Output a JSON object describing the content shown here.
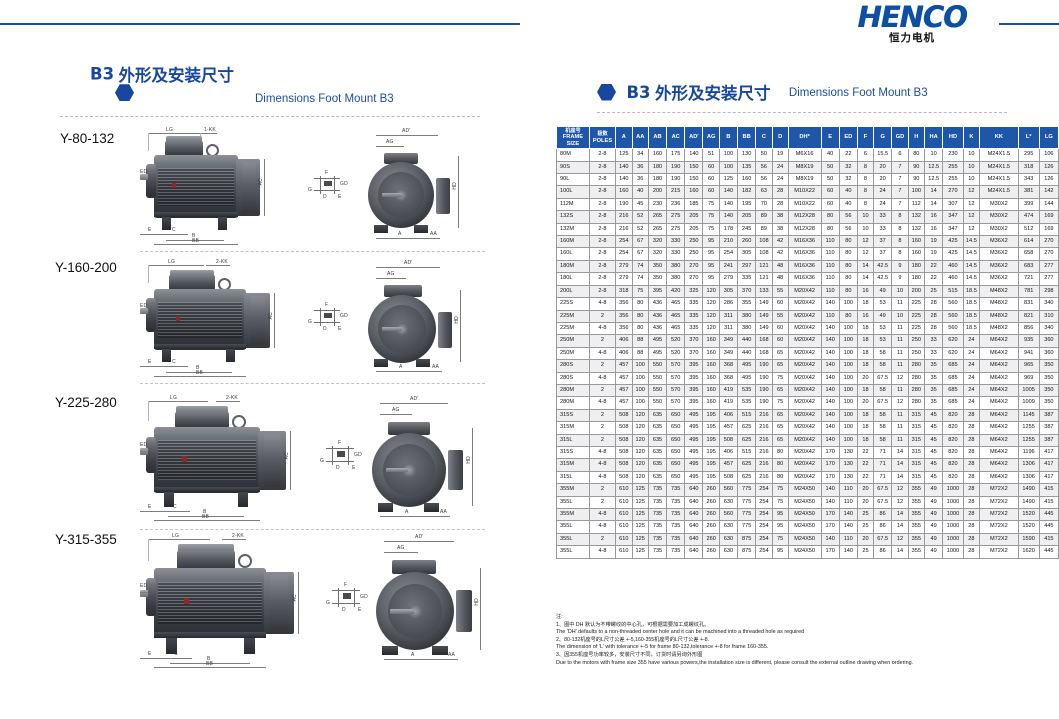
{
  "header": {
    "brand_word": "HENCO",
    "brand_cn": "恒力电机"
  },
  "section_left": {
    "code": "B3",
    "title_cn": "外形及安装尺寸",
    "title_en": "Dimensions Foot Mount B3"
  },
  "section_right": {
    "code": "B3",
    "title_cn": "外形及安装尺寸",
    "title_en": "Dimensions Foot Mount B3"
  },
  "drawings": [
    {
      "label": "Y-80-132",
      "dims": [
        "LG",
        "1-KK",
        "AD'",
        "AG",
        "ED",
        "AC",
        "HD",
        "E",
        "C",
        "B",
        "BB",
        "A",
        "AA"
      ]
    },
    {
      "label": "Y-160-200",
      "dims": [
        "LG",
        "2-KK",
        "AD'",
        "AG",
        "ED",
        "AC",
        "HD",
        "E",
        "C",
        "B",
        "BB",
        "A",
        "AA"
      ]
    },
    {
      "label": "Y-225-280",
      "dims": [
        "LG",
        "2-KK",
        "AD'",
        "AG",
        "ED",
        "AC",
        "HD",
        "E",
        "C",
        "B",
        "BB",
        "A",
        "AA",
        "L"
      ]
    },
    {
      "label": "Y-315-355",
      "dims": [
        "LG",
        "2-KK",
        "AD'",
        "AG",
        "ED",
        "AC",
        "HD",
        "E",
        "C",
        "B",
        "BB",
        "A",
        "AA",
        "L"
      ]
    }
  ],
  "detail_labels": [
    "F",
    "GD",
    "G",
    "D",
    "E"
  ],
  "table": {
    "headers": [
      {
        "cn": "机座号",
        "en": "FRAME SIZE"
      },
      {
        "cn": "极数",
        "en": "POLES"
      },
      {
        "cn": "",
        "en": "A"
      },
      {
        "cn": "",
        "en": "AA"
      },
      {
        "cn": "",
        "en": "AB"
      },
      {
        "cn": "",
        "en": "AC"
      },
      {
        "cn": "",
        "en": "AD'"
      },
      {
        "cn": "",
        "en": "AG"
      },
      {
        "cn": "",
        "en": "B"
      },
      {
        "cn": "",
        "en": "BB"
      },
      {
        "cn": "",
        "en": "C"
      },
      {
        "cn": "",
        "en": "D"
      },
      {
        "cn": "",
        "en": "DH*"
      },
      {
        "cn": "",
        "en": "E"
      },
      {
        "cn": "",
        "en": "ED"
      },
      {
        "cn": "",
        "en": "F"
      },
      {
        "cn": "",
        "en": "G"
      },
      {
        "cn": "",
        "en": "GD"
      },
      {
        "cn": "",
        "en": "H"
      },
      {
        "cn": "",
        "en": "HA"
      },
      {
        "cn": "",
        "en": "HD"
      },
      {
        "cn": "",
        "en": "K"
      },
      {
        "cn": "",
        "en": "KK"
      },
      {
        "cn": "",
        "en": "L*"
      },
      {
        "cn": "",
        "en": "LG"
      }
    ],
    "rows": [
      [
        "80M",
        "2-8",
        "125",
        "34",
        "160",
        "175",
        "140",
        "51",
        "100",
        "130",
        "50",
        "19",
        "M6X16",
        "40",
        "22",
        "6",
        "15.5",
        "6",
        "80",
        "10",
        "230",
        "10",
        "M24X1.5",
        "295",
        "106"
      ],
      [
        "90S",
        "2-8",
        "140",
        "36",
        "180",
        "190",
        "150",
        "60",
        "100",
        "135",
        "56",
        "24",
        "M8X19",
        "50",
        "32",
        "8",
        "20",
        "7",
        "90",
        "12.5",
        "255",
        "10",
        "M24X1.5",
        "318",
        "126"
      ],
      [
        "90L",
        "2-8",
        "140",
        "36",
        "180",
        "190",
        "150",
        "60",
        "125",
        "160",
        "56",
        "24",
        "M8X19",
        "50",
        "32",
        "8",
        "20",
        "7",
        "90",
        "12.5",
        "255",
        "10",
        "M24X1.5",
        "343",
        "126"
      ],
      [
        "100L",
        "2-8",
        "160",
        "40",
        "200",
        "215",
        "160",
        "60",
        "140",
        "182",
        "63",
        "28",
        "M10X22",
        "60",
        "40",
        "8",
        "24",
        "7",
        "100",
        "14",
        "270",
        "12",
        "M24X1.5",
        "381",
        "142"
      ],
      [
        "112M",
        "2-8",
        "190",
        "45",
        "230",
        "236",
        "185",
        "75",
        "140",
        "195",
        "70",
        "28",
        "M10X22",
        "60",
        "40",
        "8",
        "24",
        "7",
        "112",
        "14",
        "307",
        "12",
        "M30X2",
        "399",
        "144"
      ],
      [
        "132S",
        "2-8",
        "216",
        "52",
        "265",
        "275",
        "205",
        "75",
        "140",
        "205",
        "89",
        "38",
        "M12X28",
        "80",
        "56",
        "10",
        "33",
        "8",
        "132",
        "16",
        "347",
        "12",
        "M30X2",
        "474",
        "169"
      ],
      [
        "132M",
        "2-8",
        "216",
        "52",
        "265",
        "275",
        "205",
        "75",
        "178",
        "245",
        "89",
        "38",
        "M12X28",
        "80",
        "56",
        "10",
        "33",
        "8",
        "132",
        "16",
        "347",
        "12",
        "M30X2",
        "512",
        "169"
      ],
      [
        "160M",
        "2-8",
        "254",
        "67",
        "320",
        "330",
        "250",
        "95",
        "210",
        "260",
        "108",
        "42",
        "M16X36",
        "110",
        "80",
        "12",
        "37",
        "8",
        "160",
        "19",
        "425",
        "14.5",
        "M36X2",
        "614",
        "270"
      ],
      [
        "160L",
        "2-8",
        "254",
        "67",
        "320",
        "330",
        "250",
        "95",
        "254",
        "305",
        "108",
        "42",
        "M16X36",
        "110",
        "80",
        "12",
        "37",
        "8",
        "160",
        "19",
        "425",
        "14.5",
        "M36X2",
        "658",
        "270"
      ],
      [
        "180M",
        "2-8",
        "279",
        "74",
        "350",
        "380",
        "270",
        "95",
        "241",
        "297",
        "121",
        "48",
        "M16X36",
        "110",
        "80",
        "14",
        "42.5",
        "9",
        "180",
        "22",
        "460",
        "14.5",
        "M36X2",
        "683",
        "277"
      ],
      [
        "180L",
        "2-8",
        "279",
        "74",
        "350",
        "380",
        "270",
        "95",
        "279",
        "335",
        "121",
        "48",
        "M16X36",
        "110",
        "80",
        "14",
        "42.5",
        "9",
        "180",
        "22",
        "460",
        "14.5",
        "M36X2",
        "721",
        "277"
      ],
      [
        "200L",
        "2-8",
        "318",
        "75",
        "395",
        "420",
        "325",
        "120",
        "305",
        "370",
        "133",
        "55",
        "M20X42",
        "110",
        "80",
        "16",
        "49",
        "10",
        "200",
        "25",
        "515",
        "18.5",
        "M48X2",
        "781",
        "298"
      ],
      [
        "225S",
        "4-8",
        "356",
        "80",
        "436",
        "465",
        "335",
        "120",
        "286",
        "355",
        "149",
        "60",
        "M20X42",
        "140",
        "100",
        "18",
        "53",
        "11",
        "225",
        "28",
        "560",
        "18.5",
        "M48X2",
        "831",
        "340"
      ],
      [
        "225M",
        "2",
        "356",
        "80",
        "436",
        "465",
        "335",
        "120",
        "311",
        "380",
        "149",
        "55",
        "M20X42",
        "110",
        "80",
        "16",
        "49",
        "10",
        "225",
        "28",
        "560",
        "18.5",
        "M48X2",
        "821",
        "310"
      ],
      [
        "225M",
        "4-8",
        "356",
        "80",
        "436",
        "465",
        "335",
        "120",
        "311",
        "380",
        "149",
        "60",
        "M20X42",
        "140",
        "100",
        "18",
        "53",
        "11",
        "225",
        "28",
        "560",
        "18.5",
        "M48X2",
        "856",
        "340"
      ],
      [
        "250M",
        "2",
        "406",
        "88",
        "495",
        "520",
        "370",
        "160",
        "349",
        "440",
        "168",
        "60",
        "M20X42",
        "140",
        "100",
        "18",
        "53",
        "11",
        "250",
        "33",
        "620",
        "24",
        "M64X2",
        "935",
        "360"
      ],
      [
        "250M",
        "4-8",
        "406",
        "88",
        "495",
        "520",
        "370",
        "160",
        "349",
        "440",
        "168",
        "65",
        "M20X42",
        "140",
        "100",
        "18",
        "58",
        "11",
        "250",
        "33",
        "620",
        "24",
        "M64X2",
        "941",
        "360"
      ],
      [
        "280S",
        "2",
        "457",
        "100",
        "550",
        "570",
        "395",
        "160",
        "368",
        "495",
        "190",
        "65",
        "M20X42",
        "140",
        "100",
        "18",
        "58",
        "11",
        "280",
        "35",
        "685",
        "24",
        "M64X2",
        "965",
        "350"
      ],
      [
        "280S",
        "4-8",
        "457",
        "100",
        "550",
        "570",
        "395",
        "160",
        "368",
        "495",
        "190",
        "75",
        "M20X42",
        "140",
        "100",
        "20",
        "67.5",
        "12",
        "280",
        "35",
        "685",
        "24",
        "M64X2",
        "969",
        "350"
      ],
      [
        "280M",
        "2",
        "457",
        "100",
        "550",
        "570",
        "395",
        "160",
        "419",
        "535",
        "190",
        "65",
        "M20X42",
        "140",
        "100",
        "18",
        "58",
        "11",
        "280",
        "35",
        "685",
        "24",
        "M64X2",
        "1005",
        "350"
      ],
      [
        "280M",
        "4-8",
        "457",
        "100",
        "550",
        "570",
        "395",
        "160",
        "419",
        "535",
        "190",
        "75",
        "M20X42",
        "140",
        "100",
        "20",
        "67.5",
        "12",
        "280",
        "35",
        "685",
        "24",
        "M64X2",
        "1009",
        "350"
      ],
      [
        "315S",
        "2",
        "508",
        "120",
        "635",
        "650",
        "495",
        "195",
        "406",
        "515",
        "216",
        "65",
        "M20X42",
        "140",
        "100",
        "18",
        "58",
        "11",
        "315",
        "45",
        "820",
        "28",
        "M64X2",
        "1145",
        "387"
      ],
      [
        "315M",
        "2",
        "508",
        "120",
        "635",
        "650",
        "495",
        "195",
        "457",
        "625",
        "216",
        "65",
        "M20X42",
        "140",
        "100",
        "18",
        "58",
        "11",
        "315",
        "45",
        "820",
        "28",
        "M64X2",
        "1255",
        "387"
      ],
      [
        "315L",
        "2",
        "508",
        "120",
        "635",
        "650",
        "495",
        "195",
        "508",
        "625",
        "216",
        "65",
        "M20X42",
        "140",
        "100",
        "18",
        "58",
        "11",
        "315",
        "45",
        "820",
        "28",
        "M64X2",
        "1255",
        "387"
      ],
      [
        "315S",
        "4-8",
        "508",
        "120",
        "635",
        "650",
        "495",
        "195",
        "406",
        "515",
        "216",
        "80",
        "M20X42",
        "170",
        "130",
        "22",
        "71",
        "14",
        "315",
        "45",
        "820",
        "28",
        "M64X2",
        "1196",
        "417"
      ],
      [
        "315M",
        "4-8",
        "508",
        "120",
        "635",
        "650",
        "495",
        "195",
        "457",
        "625",
        "216",
        "80",
        "M20X42",
        "170",
        "130",
        "22",
        "71",
        "14",
        "315",
        "45",
        "820",
        "28",
        "M64X2",
        "1306",
        "417"
      ],
      [
        "315L",
        "4-8",
        "508",
        "120",
        "635",
        "650",
        "495",
        "195",
        "508",
        "625",
        "216",
        "80",
        "M20X42",
        "170",
        "130",
        "22",
        "71",
        "14",
        "315",
        "45",
        "820",
        "28",
        "M64X2",
        "1306",
        "417"
      ],
      [
        "355M",
        "2",
        "610",
        "125",
        "735",
        "735",
        "640",
        "260",
        "560",
        "775",
        "254",
        "75",
        "M24X50",
        "140",
        "110",
        "20",
        "67.5",
        "12",
        "355",
        "49",
        "1000",
        "28",
        "M72X2",
        "1490",
        "415"
      ],
      [
        "355L",
        "2",
        "610",
        "125",
        "735",
        "735",
        "640",
        "260",
        "630",
        "775",
        "254",
        "75",
        "M24X50",
        "140",
        "110",
        "20",
        "67.5",
        "12",
        "355",
        "49",
        "1000",
        "28",
        "M72X2",
        "1490",
        "415"
      ],
      [
        "355M",
        "4-8",
        "610",
        "125",
        "735",
        "735",
        "640",
        "260",
        "560",
        "775",
        "254",
        "95",
        "M24X50",
        "170",
        "140",
        "25",
        "86",
        "14",
        "355",
        "49",
        "1000",
        "28",
        "M72X2",
        "1520",
        "445"
      ],
      [
        "355L",
        "4-8",
        "610",
        "125",
        "735",
        "735",
        "640",
        "260",
        "630",
        "775",
        "254",
        "95",
        "M24X50",
        "170",
        "140",
        "25",
        "86",
        "14",
        "355",
        "49",
        "1000",
        "28",
        "M72X2",
        "1520",
        "445"
      ],
      [
        "355L",
        "2",
        "610",
        "125",
        "735",
        "735",
        "640",
        "260",
        "630",
        "875",
        "254",
        "75",
        "M24X50",
        "140",
        "110",
        "20",
        "67.5",
        "12",
        "355",
        "49",
        "1000",
        "28",
        "M72X2",
        "1590",
        "415"
      ],
      [
        "355L",
        "4-8",
        "610",
        "125",
        "735",
        "735",
        "640",
        "260",
        "630",
        "875",
        "254",
        "95",
        "M24X50",
        "170",
        "140",
        "25",
        "86",
        "14",
        "355",
        "49",
        "1000",
        "28",
        "M72X2",
        "1620",
        "445"
      ]
    ]
  },
  "notes": {
    "title": "注:",
    "lines": [
      "1、图中 DH 默认为不带螺纹的中心孔，可根据需要加工成螺纹孔。",
      "The  'DH'  defaults to a non-threaded center hole and it can be machined into a threaded hole as required",
      "2、80-132机座号的L尺寸公差 +-5,160-355机座号的L尺寸公差 +-8.",
      "The dimension of   'L'   with tolerance +-5 for frame 80-132,tolerance +-8 for frame 160-355.",
      "3、因355机座号功率较多，安装尺寸不同，订货时请另询外形图",
      "Due to the motors with frame size 355 have various powers,the installation size is different, please consult the external outline drawing when ordering."
    ]
  }
}
